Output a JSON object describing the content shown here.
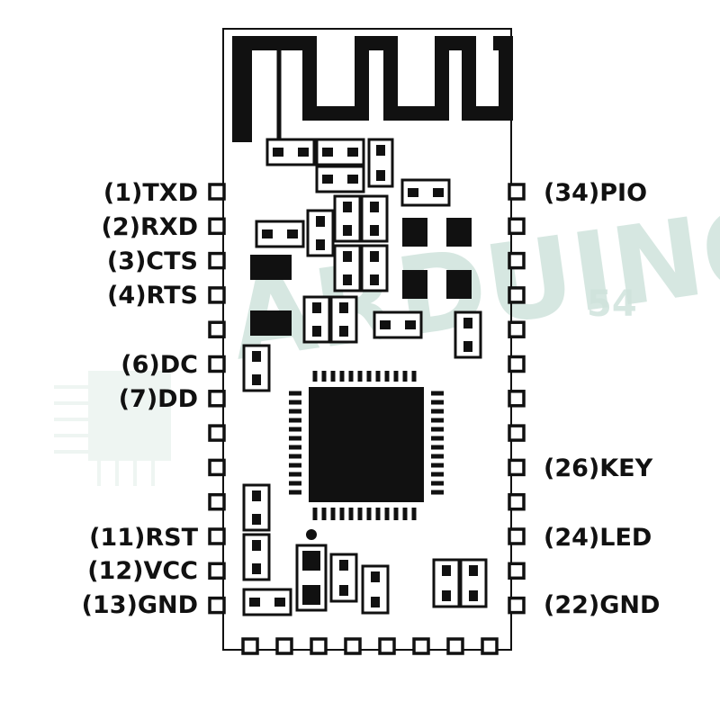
{
  "pins_left": [
    {
      "label": "(1)TXD"
    },
    {
      "label": "(2)RXD"
    },
    {
      "label": "(3)CTS"
    },
    {
      "label": "(4)RTS"
    },
    {
      "label": ""
    },
    {
      "label": "(6)DC"
    },
    {
      "label": "(7)DD"
    },
    {
      "label": ""
    },
    {
      "label": ""
    },
    {
      "label": ""
    },
    {
      "label": "(11)RST"
    },
    {
      "label": "(12)VCC"
    },
    {
      "label": "(13)GND"
    }
  ],
  "pins_right": [
    {
      "label": "(34)PIO"
    },
    {
      "label": ""
    },
    {
      "label": ""
    },
    {
      "label": ""
    },
    {
      "label": ""
    },
    {
      "label": ""
    },
    {
      "label": ""
    },
    {
      "label": ""
    },
    {
      "label": "(26)KEY"
    },
    {
      "label": ""
    },
    {
      "label": "(24)LED"
    },
    {
      "label": ""
    },
    {
      "label": "(22)GND"
    }
  ],
  "pins_bottom_count": 8,
  "watermark": {
    "text": "ARDUINO",
    "suffix": "54",
    "color": "#cfe3dc"
  },
  "colors": {
    "ink": "#111111",
    "board": "#ffffff"
  }
}
